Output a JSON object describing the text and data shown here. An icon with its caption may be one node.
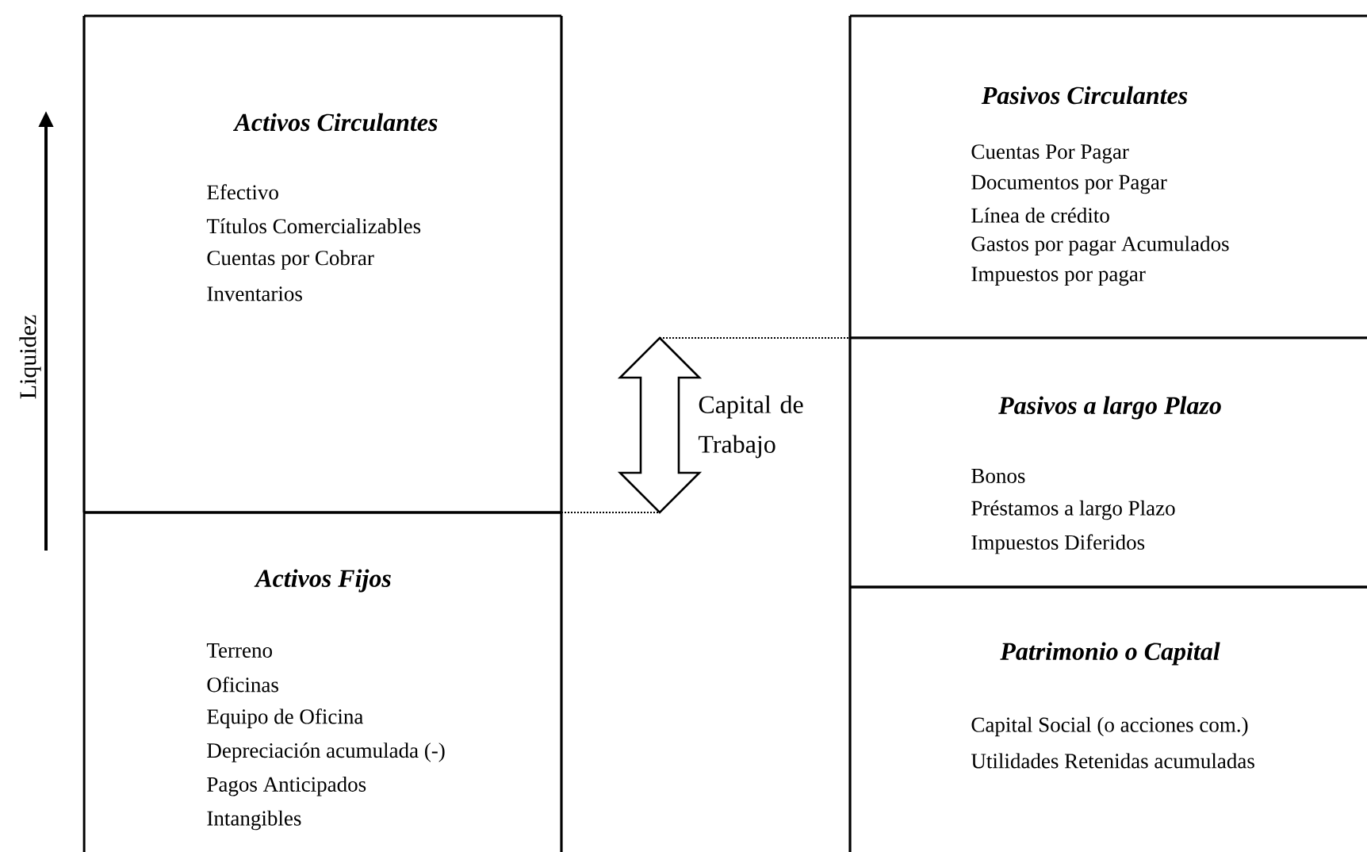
{
  "diagram": {
    "nodes": [
      {
        "text": [
          "Activos Circulantes",
          "Efectivo",
          "Títulos Comercializables",
          "Cuentas por Cobrar",
          "Inventarios"
        ]
      },
      {
        "text": [
          "Activos Fijos",
          "Terreno",
          "Oficinas",
          "Equipo de Oficina",
          "Depreciación  acumulada (-)",
          "Pagos Anticipados",
          "Intangibles"
        ]
      },
      {
        "text": [
          "Pasivos Circulantes",
          "Cuentas Por Pagar",
          "Documentos por Pagar",
          "Línea de crédito",
          "Gastos por pagar Acumulados",
          "Impuestos por pagar"
        ]
      },
      {
        "text": [
          "Pasivos a largo Plazo",
          "Bonos",
          "Préstamos a largo Plazo",
          "Impuestos Diferidos"
        ]
      },
      {
        "text": [
          "Patrimonio o Capital",
          "Capital Social (o acciones com.)",
          "Utilidades Retenidas acumuladas"
        ]
      }
    ],
    "labels": [
      "Liquidez",
      "Capital de Trabajo"
    ]
  }
}
